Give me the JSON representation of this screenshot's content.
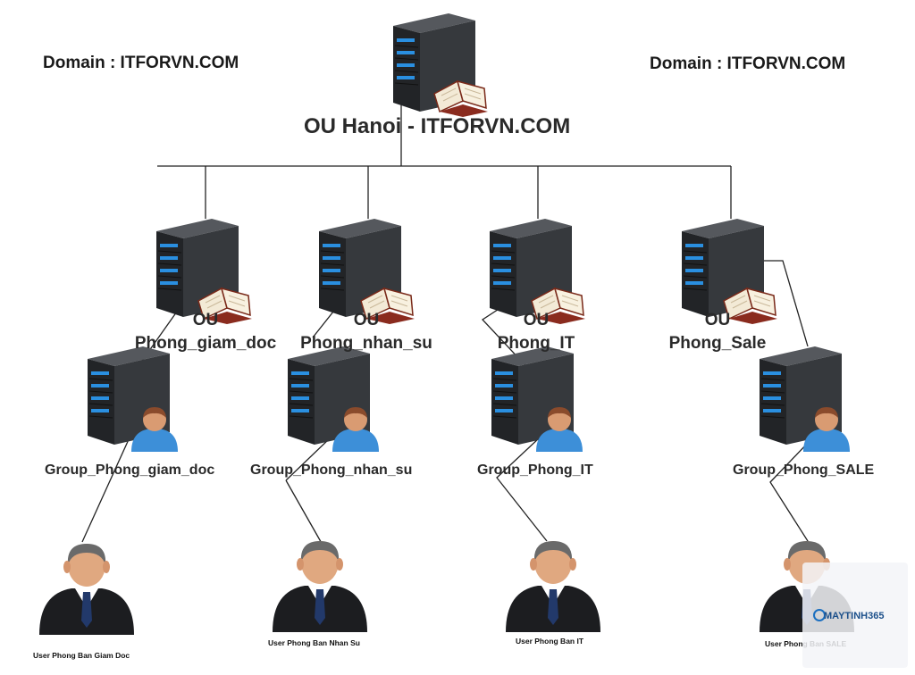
{
  "domain_left": "Domain : ITFORVN.COM",
  "domain_right": "Domain : ITFORVN.COM",
  "root_title": "OU Hanoi - ITFORVN.COM",
  "ous": [
    {
      "line1": "OU",
      "line2": "Phong_giam_doc"
    },
    {
      "line1": "OU",
      "line2": "Phong_nhan_su"
    },
    {
      "line1": "OU",
      "line2": "Phong_IT"
    },
    {
      "line1": "OU",
      "line2": "Phong_Sale"
    }
  ],
  "groups": [
    "Group_Phong_giam_doc",
    "Group_Phong_nhan_su",
    "Group_Phong_IT",
    "Group_Phong_SALE"
  ],
  "users": [
    "User Phong Ban Giam Doc",
    "User Phong Ban Nhan Su",
    "User Phong Ban IT",
    "User Phong Ban SALE"
  ],
  "watermark": "MAYTINH365",
  "colors": {
    "server_body": "#2b2d30",
    "server_led": "#2a8fe0",
    "line": "#222222",
    "user_blue": "#3d8fd8",
    "skin": "#d99b72"
  }
}
